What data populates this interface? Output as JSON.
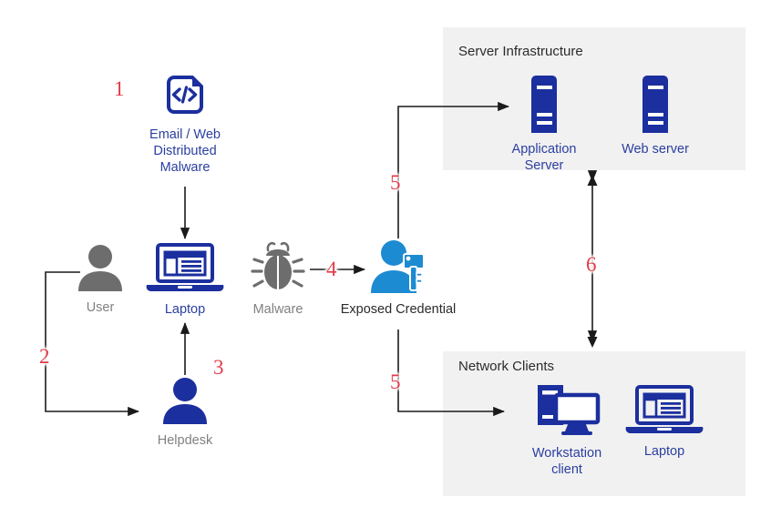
{
  "diagram": {
    "title_alt": "Malware credential exposure attack flow",
    "colors": {
      "dark_blue": "#1b2f9e",
      "label_blue": "#2b3fa0",
      "bright_blue": "#1d8bd1",
      "gray_icon": "#6d6d6d",
      "gray_label": "#808080",
      "panel_bg": "#f1f1f1",
      "step_number_red": "#e23b48",
      "connector_black": "#1a1a1a"
    }
  },
  "panels": [
    {
      "id": "server-infrastructure",
      "title": "Server Infrastructure"
    },
    {
      "id": "network-clients",
      "title": "Network Clients"
    }
  ],
  "nodes": {
    "malware_source": {
      "label": "Email / Web\nDistributed\nMalware",
      "icon": "code-document-icon"
    },
    "user": {
      "label": "User",
      "icon": "user-person-icon"
    },
    "laptop": {
      "label": "Laptop",
      "icon": "laptop-icon"
    },
    "malware": {
      "label": "Malware",
      "icon": "bug-icon"
    },
    "credential": {
      "label": "Exposed Credential",
      "icon": "person-with-key-icon"
    },
    "helpdesk": {
      "label": "Helpdesk",
      "icon": "helpdesk-person-icon"
    },
    "app_server": {
      "label": "Application\nServer",
      "icon": "server-rack-icon"
    },
    "web_server": {
      "label": "Web server",
      "icon": "server-rack-icon"
    },
    "workstation": {
      "label": "Workstation\nclient",
      "icon": "desktop-workstation-icon"
    },
    "client_laptop": {
      "label": "Laptop",
      "icon": "laptop-icon"
    }
  },
  "steps": [
    {
      "n": "1",
      "from": "malware_source",
      "to": "laptop"
    },
    {
      "n": "2",
      "from": "user",
      "to": "helpdesk"
    },
    {
      "n": "3",
      "from": "helpdesk",
      "to": "laptop"
    },
    {
      "n": "4",
      "from": "malware",
      "to": "credential"
    },
    {
      "n": "5",
      "from": "credential",
      "to": "app_server"
    },
    {
      "n": "5",
      "from": "credential",
      "to": "network-clients"
    },
    {
      "n": "6",
      "from": "server-infrastructure",
      "to": "network-clients",
      "bidirectional": true
    }
  ],
  "step_labels": {
    "s1": "1",
    "s2": "2",
    "s3": "3",
    "s4": "4",
    "s5a": "5",
    "s5b": "5",
    "s6": "6"
  }
}
